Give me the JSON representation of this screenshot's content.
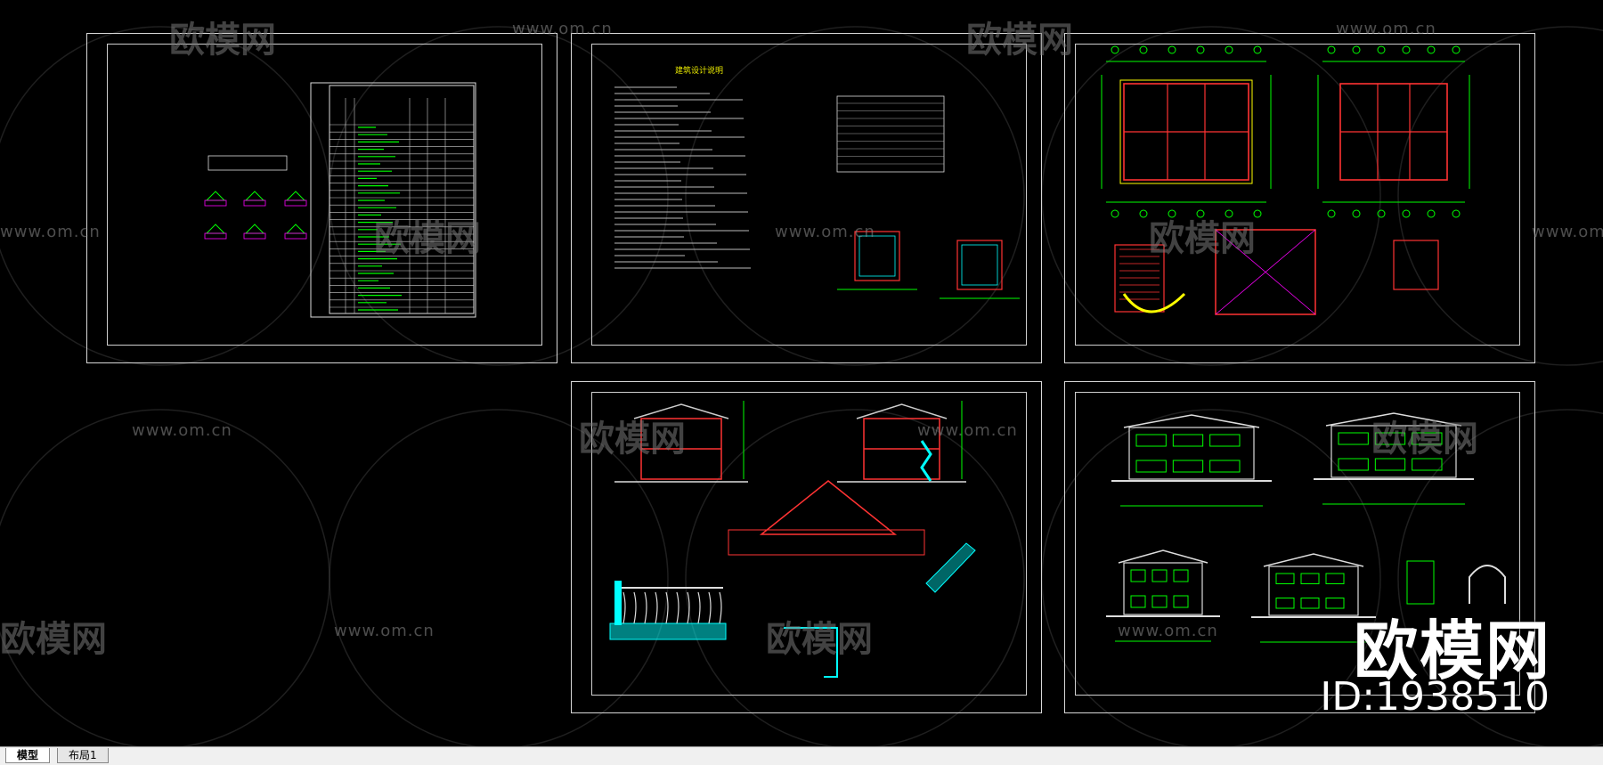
{
  "tabs": [
    {
      "label": "模型",
      "active": true
    },
    {
      "label": "布局1",
      "active": false
    }
  ],
  "watermark": {
    "url": "www.om.cn",
    "logo": "欧模网",
    "big_logo": "欧模网",
    "id_label": "ID:1938510"
  },
  "sheet_titles": {
    "notes": "建筑设计说明"
  },
  "colors": {
    "background": "#000000",
    "sheet_border": "#d8d8d8",
    "cad_green": "#00ff00",
    "cad_cyan": "#00ffff",
    "cad_yellow": "#ffff00",
    "cad_magenta": "#ff00ff",
    "cad_red": "#ff3333"
  }
}
